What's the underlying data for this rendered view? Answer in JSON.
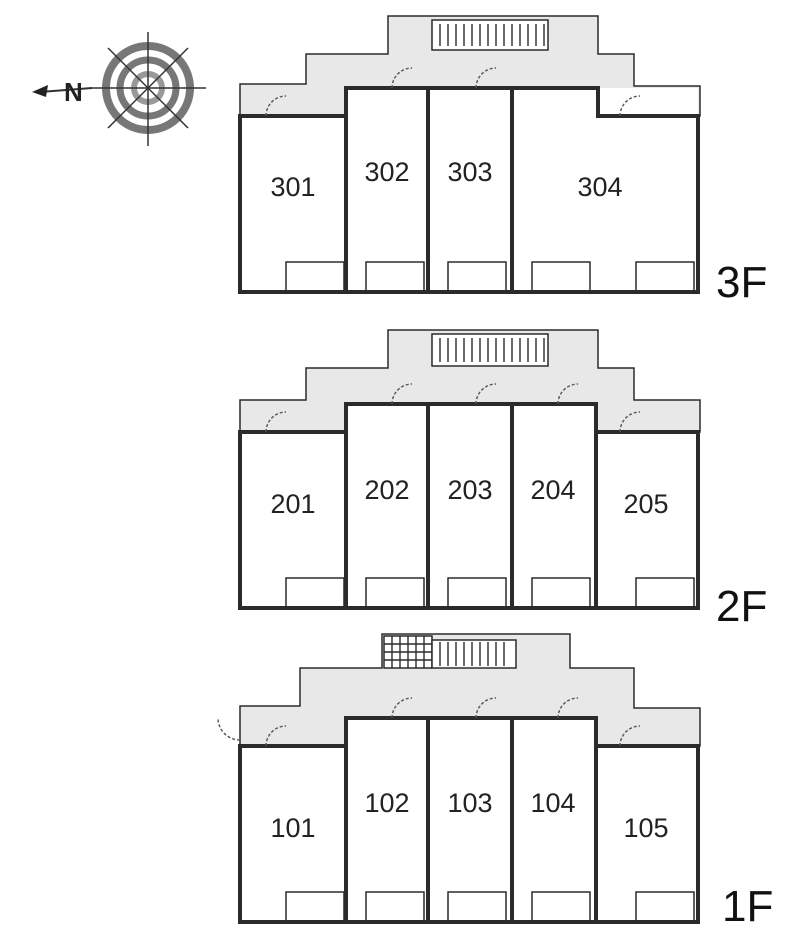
{
  "compass": {
    "north_label": "N"
  },
  "floors": [
    {
      "id": "3F",
      "label": "3F",
      "units": [
        "301",
        "302",
        "303",
        "304"
      ]
    },
    {
      "id": "2F",
      "label": "2F",
      "units": [
        "201",
        "202",
        "203",
        "204",
        "205"
      ]
    },
    {
      "id": "1F",
      "label": "1F",
      "units": [
        "101",
        "102",
        "103",
        "104",
        "105"
      ]
    }
  ]
}
